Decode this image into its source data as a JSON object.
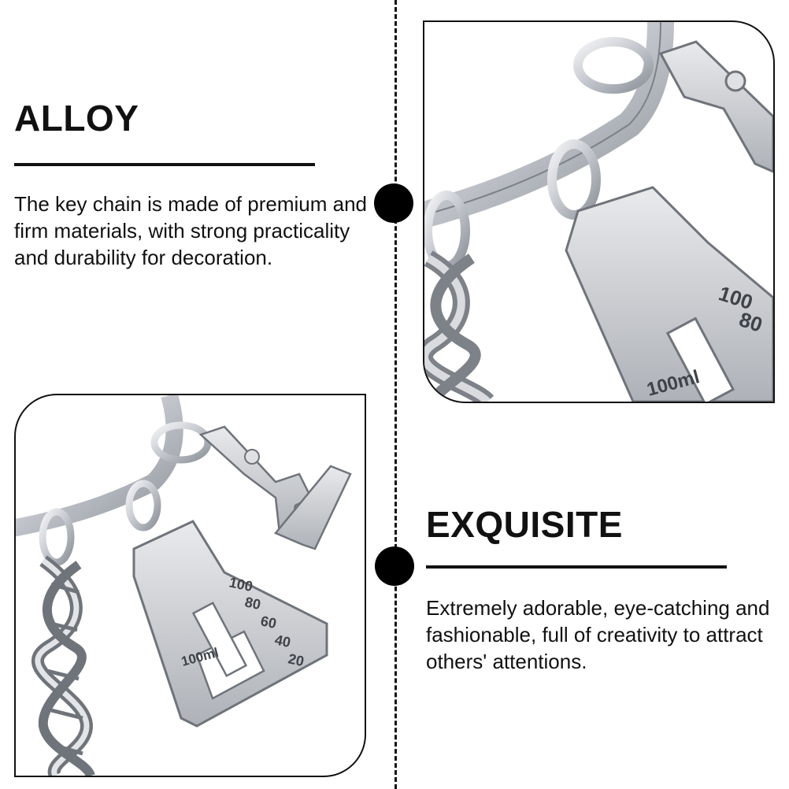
{
  "sections": [
    {
      "heading": "ALLOY",
      "description": "The key chain is made of premium and firm materials, with strong practicality and durability for decoration."
    },
    {
      "heading": "EXQUISITE",
      "description": "Extremely adorable, eye-catching and fashionable, full of creativity to attract others' attentions."
    }
  ],
  "flask_markings": {
    "volume_label": "100ml",
    "scale": [
      "100",
      "80",
      "60",
      "40",
      "20"
    ]
  },
  "icons": [
    "dna-charm-icon",
    "flask-charm-icon",
    "microscope-charm-icon",
    "key-ring-icon"
  ],
  "colors": {
    "ink": "#111111",
    "background": "#ffffff",
    "metal": "#c9ccd1"
  }
}
